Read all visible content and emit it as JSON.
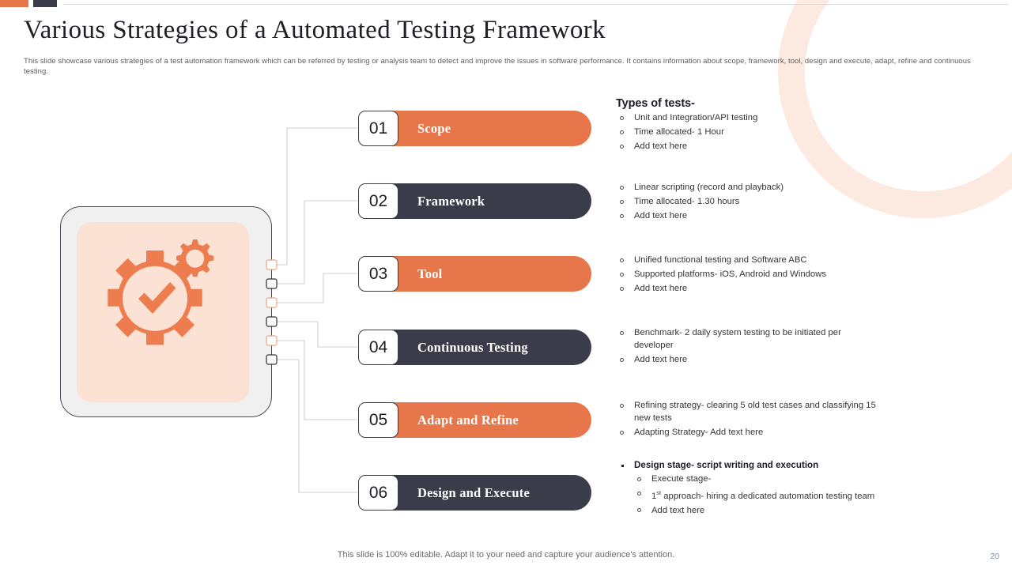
{
  "slide": {
    "title": "Various Strategies of a Automated Testing Framework",
    "subtitle": "This slide showcase various strategies of a test automation framework which can be referred by testing or analysis team to detect and improve the issues in software performance. It contains information about scope, framework, tool, design and execute, adapt, refine and continuous testing.",
    "footer_note": "This slide is 100% editable. Adapt it to your need and capture your audience's attention.",
    "page_number": "20"
  },
  "colors": {
    "orange": "#e8764b",
    "dark": "#3b3c4a",
    "icon_panel": "#fbe2d5",
    "card_bg": "#f0f0f0",
    "ring": "#fbe6dc"
  },
  "icon_card": {
    "icon_name": "gear-check-icon"
  },
  "steps": [
    {
      "number": "01",
      "label": "Scope",
      "style": "orange"
    },
    {
      "number": "02",
      "label": "Framework",
      "style": "dark"
    },
    {
      "number": "03",
      "label": "Tool",
      "style": "orange"
    },
    {
      "number": "04",
      "label": "Continuous Testing",
      "style": "dark"
    },
    {
      "number": "05",
      "label": "Adapt and Refine",
      "style": "orange"
    },
    {
      "number": "06",
      "label": "Design and Execute",
      "style": "dark"
    }
  ],
  "details": {
    "block1": {
      "heading": "Types of tests-",
      "items": [
        "Unit and Integration/API testing",
        "Time allocated- 1 Hour",
        "Add text here"
      ]
    },
    "block2": {
      "items": [
        "Linear scripting (record and playback)",
        "Time allocated- 1.30 hours",
        "Add text here"
      ]
    },
    "block3": {
      "items": [
        "Unified functional testing and Software ABC",
        "Supported platforms- iOS, Android and Windows",
        "Add text here"
      ]
    },
    "block4": {
      "items": [
        "Benchmark- 2 daily system testing to be initiated per developer",
        "Add text here"
      ]
    },
    "block5": {
      "items": [
        "Refining strategy- clearing 5 old test cases and classifying 15 new tests",
        "Adapting Strategy- Add text here"
      ]
    },
    "block6": {
      "lead": "Design stage- script writing and execution",
      "items_pre": "Execute stage-",
      "item_sup_prefix": "1",
      "item_sup": "st",
      "item_sup_rest": " approach- hiring a dedicated automation testing team",
      "items_post": "Add text here"
    }
  }
}
